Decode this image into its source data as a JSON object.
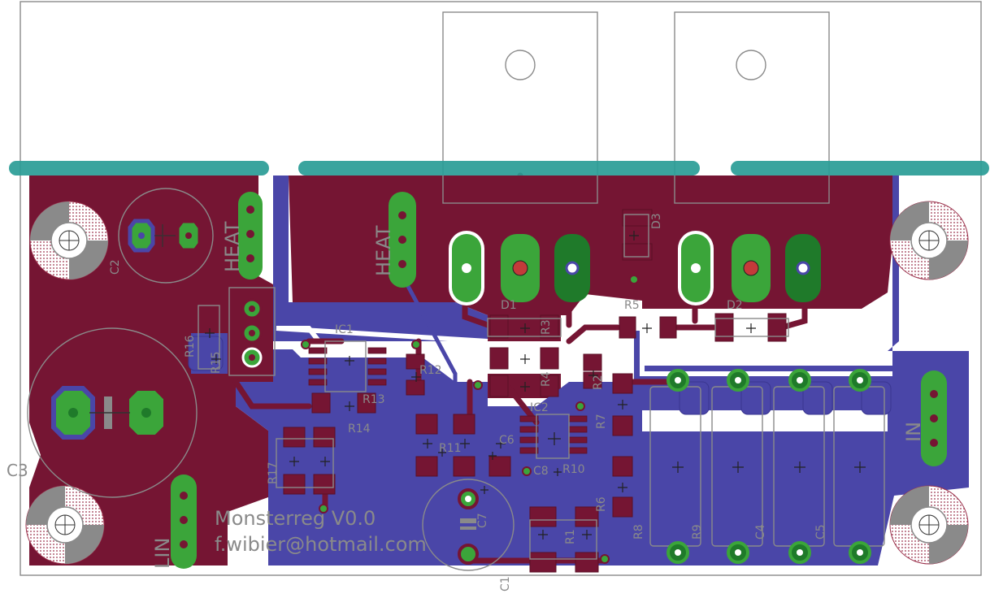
{
  "board": {
    "title": "Monsterreg V0.0",
    "author_email": "f.wibier@hotmail.com"
  },
  "colors": {
    "board_bg": "#ffffff",
    "top_copper": "#751533",
    "bottom_copper": "#4a46a8",
    "pad_green": "#3ba53a",
    "pad_dark_green": "#1f7a2a",
    "keepout_teal": "#2a9d96",
    "silkscreen": "#8a8a8a"
  },
  "labels": {
    "heat_left": "HEAT",
    "heat_mid": "HEAT",
    "in_right": "IN",
    "lin_left": "LIN",
    "d1": "D1",
    "d2": "D2",
    "d3": "D3",
    "r5": "R5",
    "c1": "C1",
    "c2": "C2",
    "c3": "C3",
    "r16": "R16",
    "r17": "R17",
    "r14": "R14",
    "r10": "R10",
    "r9": "R9",
    "r8": "R8",
    "c4": "C4",
    "c5": "C5",
    "ic1": "IC1",
    "ic2": "IC2",
    "r1": "R1",
    "r2": "R2",
    "r3": "R3",
    "r4": "R4",
    "r6": "R6",
    "r7": "R7",
    "r11": "R11",
    "r12": "R12",
    "r13": "R13",
    "r15": "R15",
    "c6": "C6",
    "c7": "C7",
    "c8": "C8"
  }
}
